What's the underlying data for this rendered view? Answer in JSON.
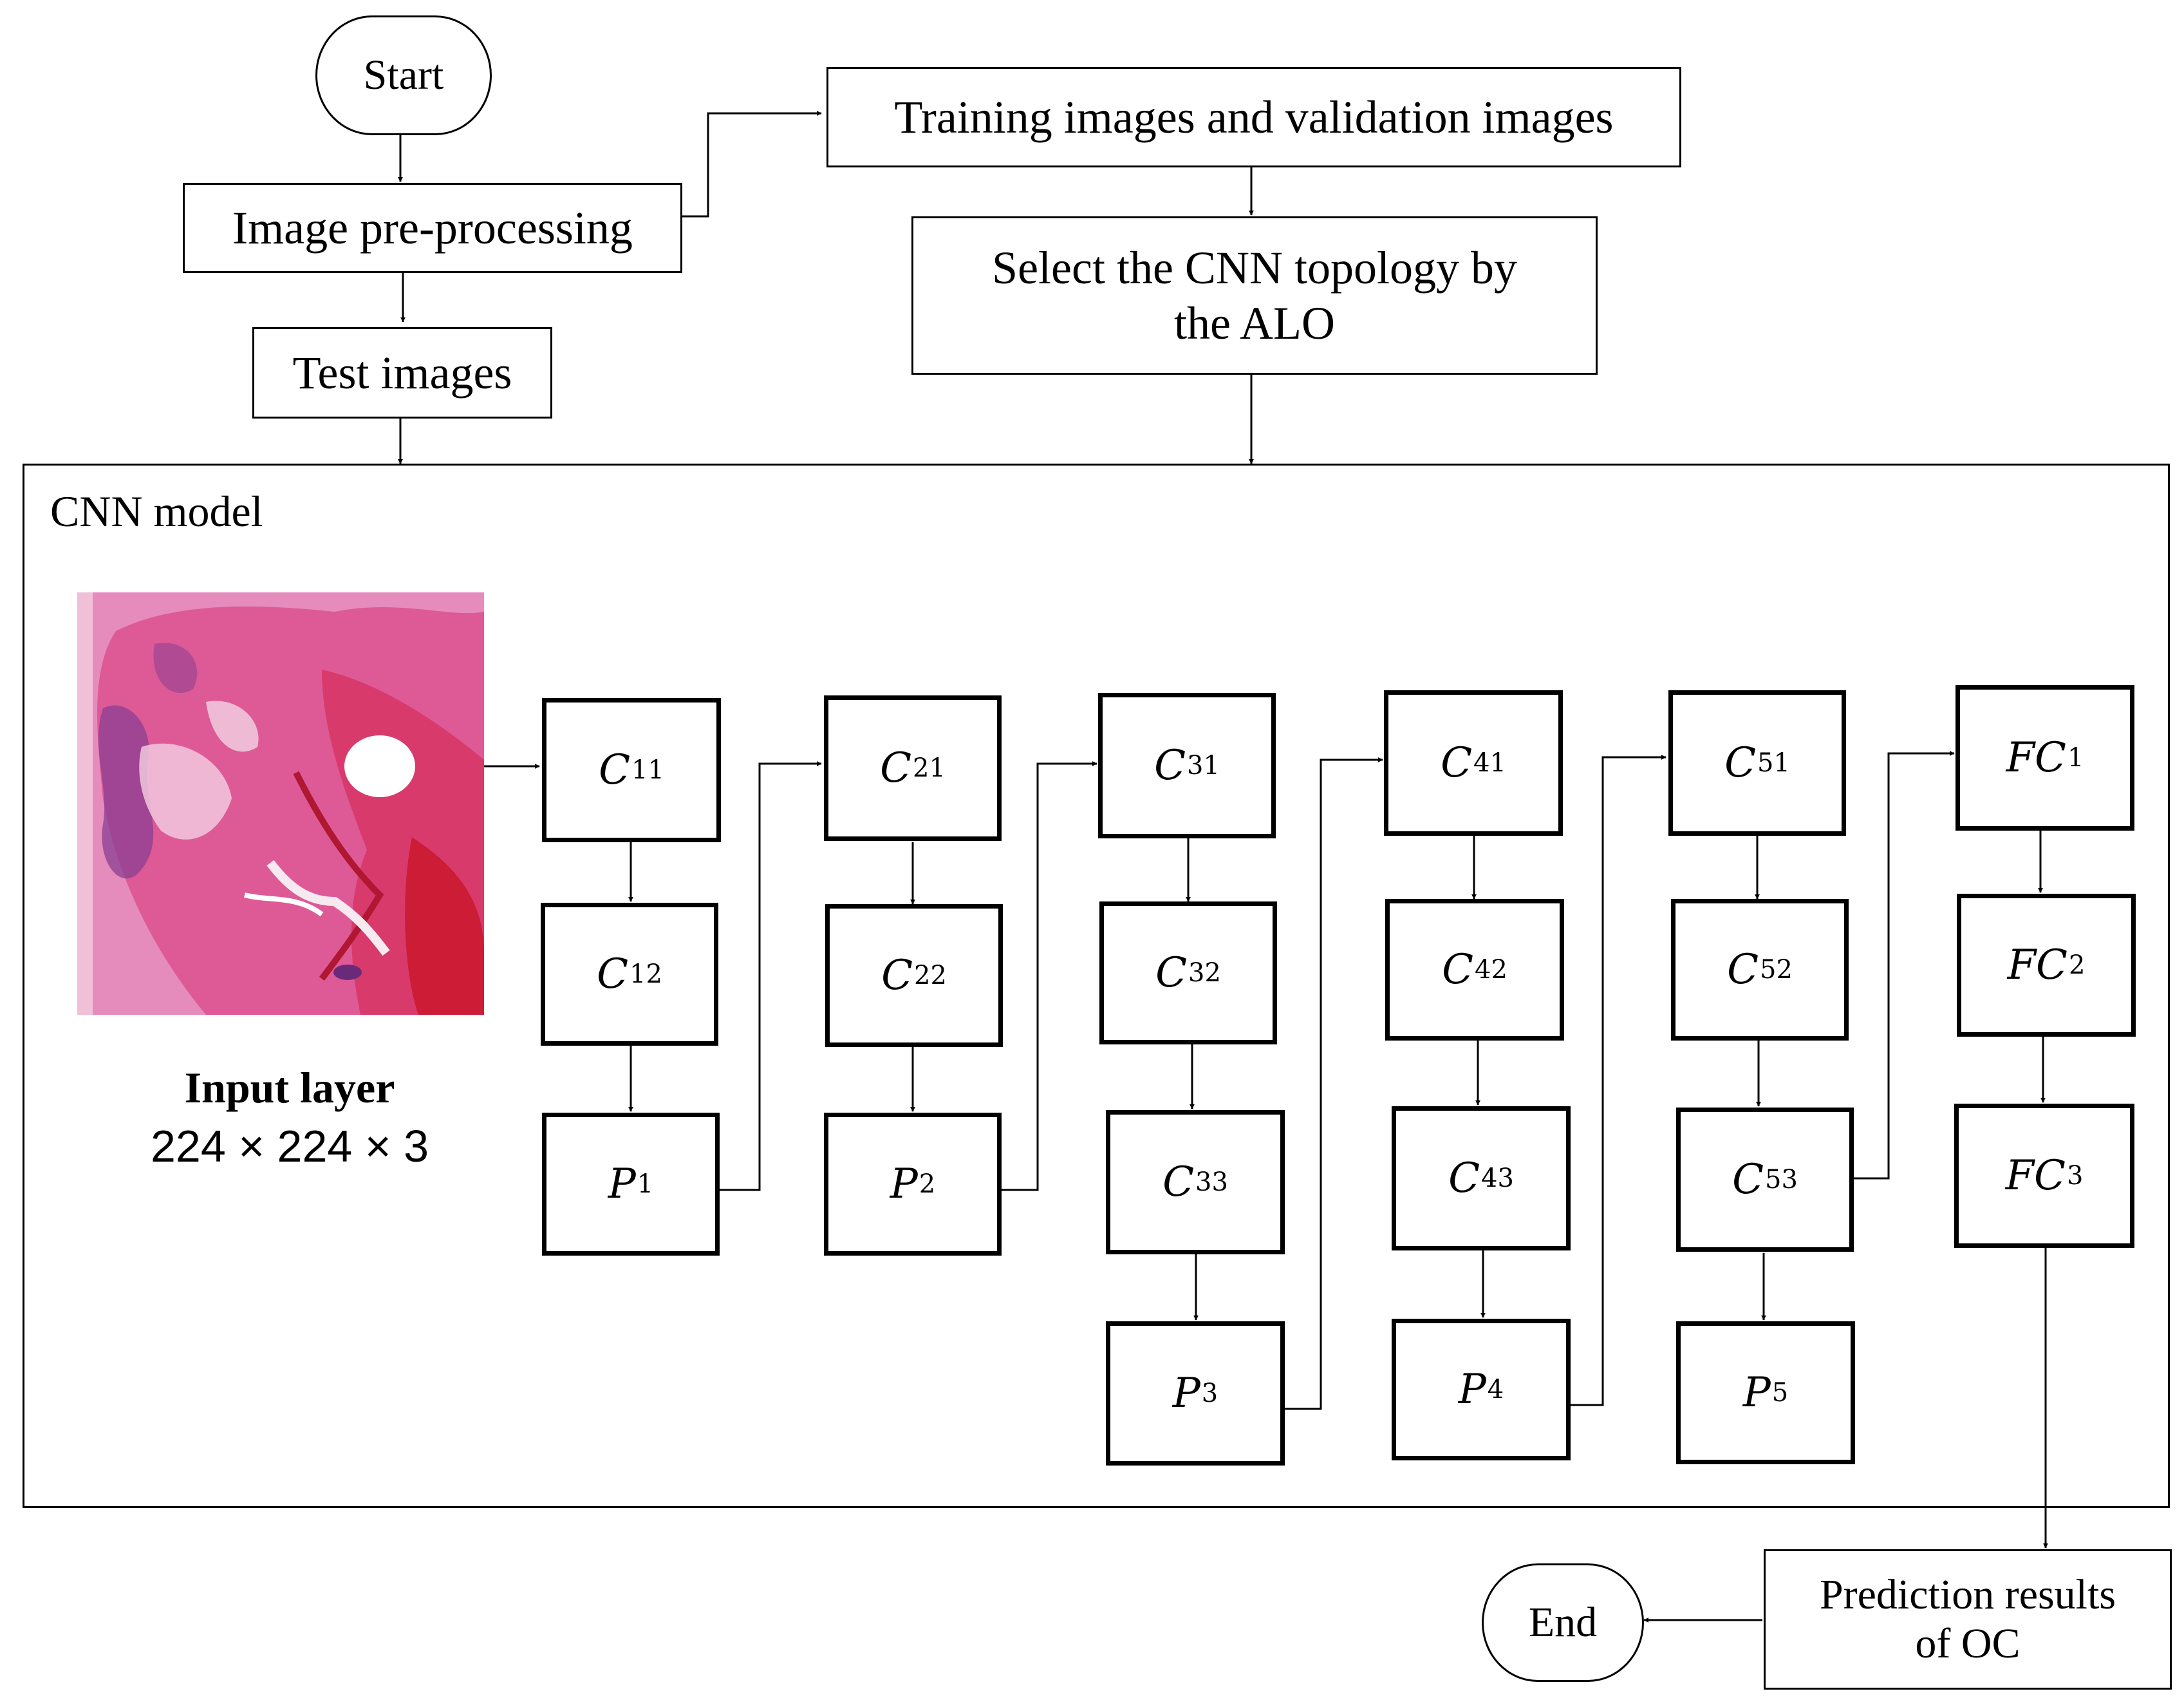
{
  "flow": {
    "start": "Start",
    "preprocessing": "Image pre-processing",
    "training_validation": "Training images and validation images",
    "select_topology_line1": "Select the CNN topology by",
    "select_topology_line2": "the ALO",
    "test_images": "Test images",
    "prediction_line1": "Prediction results",
    "prediction_line2": "of OC",
    "end": "End"
  },
  "cnn_model": {
    "title": "CNN model",
    "input_layer_label": "Input layer",
    "input_layer_dims": "224 × 224 × 3",
    "layers": {
      "C11": {
        "base": "C",
        "sub": "11"
      },
      "C12": {
        "base": "C",
        "sub": "12"
      },
      "P1": {
        "base": "P",
        "sub": "1"
      },
      "C21": {
        "base": "C",
        "sub": "21"
      },
      "C22": {
        "base": "C",
        "sub": "22"
      },
      "P2": {
        "base": "P",
        "sub": "2"
      },
      "C31": {
        "base": "C",
        "sub": "31"
      },
      "C32": {
        "base": "C",
        "sub": "32"
      },
      "C33": {
        "base": "C",
        "sub": "33"
      },
      "P3": {
        "base": "P",
        "sub": "3"
      },
      "C41": {
        "base": "C",
        "sub": "41"
      },
      "C42": {
        "base": "C",
        "sub": "42"
      },
      "C43": {
        "base": "C",
        "sub": "43"
      },
      "P4": {
        "base": "P",
        "sub": "4"
      },
      "C51": {
        "base": "C",
        "sub": "51"
      },
      "C52": {
        "base": "C",
        "sub": "52"
      },
      "C53": {
        "base": "C",
        "sub": "53"
      },
      "P5": {
        "base": "P",
        "sub": "5"
      },
      "FC1": {
        "base": "FC",
        "sub": "1"
      },
      "FC2": {
        "base": "FC",
        "sub": "2"
      },
      "FC3": {
        "base": "FC",
        "sub": "3"
      }
    }
  },
  "colors": {
    "stroke": "#000000",
    "tissue_pink": "#e27fb4",
    "tissue_magenta": "#d94a83",
    "tissue_red": "#d81f3b",
    "tissue_purple": "#7a3a8a"
  }
}
